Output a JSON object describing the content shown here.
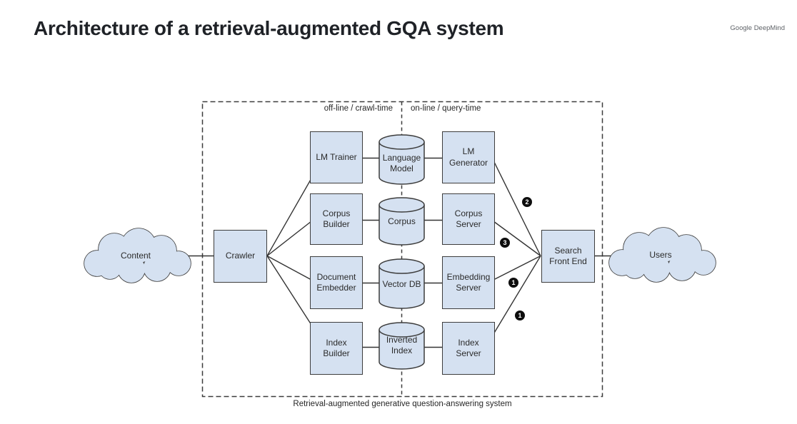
{
  "header": {
    "title": "Architecture of a retrieval-augmented GQA system",
    "brand": "Google DeepMind"
  },
  "diagram": {
    "offline_label": "off-line / crawl-time",
    "online_label": "on-line / query-time",
    "caption": "Retrieval-augmented generative question-answering system",
    "nodes": {
      "content_cloud": "Content",
      "crawler": "Crawler",
      "builders": [
        "LM Trainer",
        "Corpus Builder",
        "Document Embedder",
        "Index Builder"
      ],
      "stores": [
        "Language Model",
        "Corpus",
        "Vector DB",
        "Inverted Index"
      ],
      "servers": [
        "LM Generator",
        "Corpus Server",
        "Embedding Server",
        "Index Server"
      ],
      "search_front_end": "Search Front End",
      "users_cloud": "Users"
    },
    "badges": [
      "2",
      "3",
      "1",
      "1"
    ],
    "colors": {
      "node_fill": "#d5e1f1",
      "node_stroke": "#3d3d3d",
      "line": "#333333",
      "dashed_border": "#3c3c3c",
      "badge_bg": "#0d0d0d",
      "brand_text": "#5f6368"
    }
  }
}
